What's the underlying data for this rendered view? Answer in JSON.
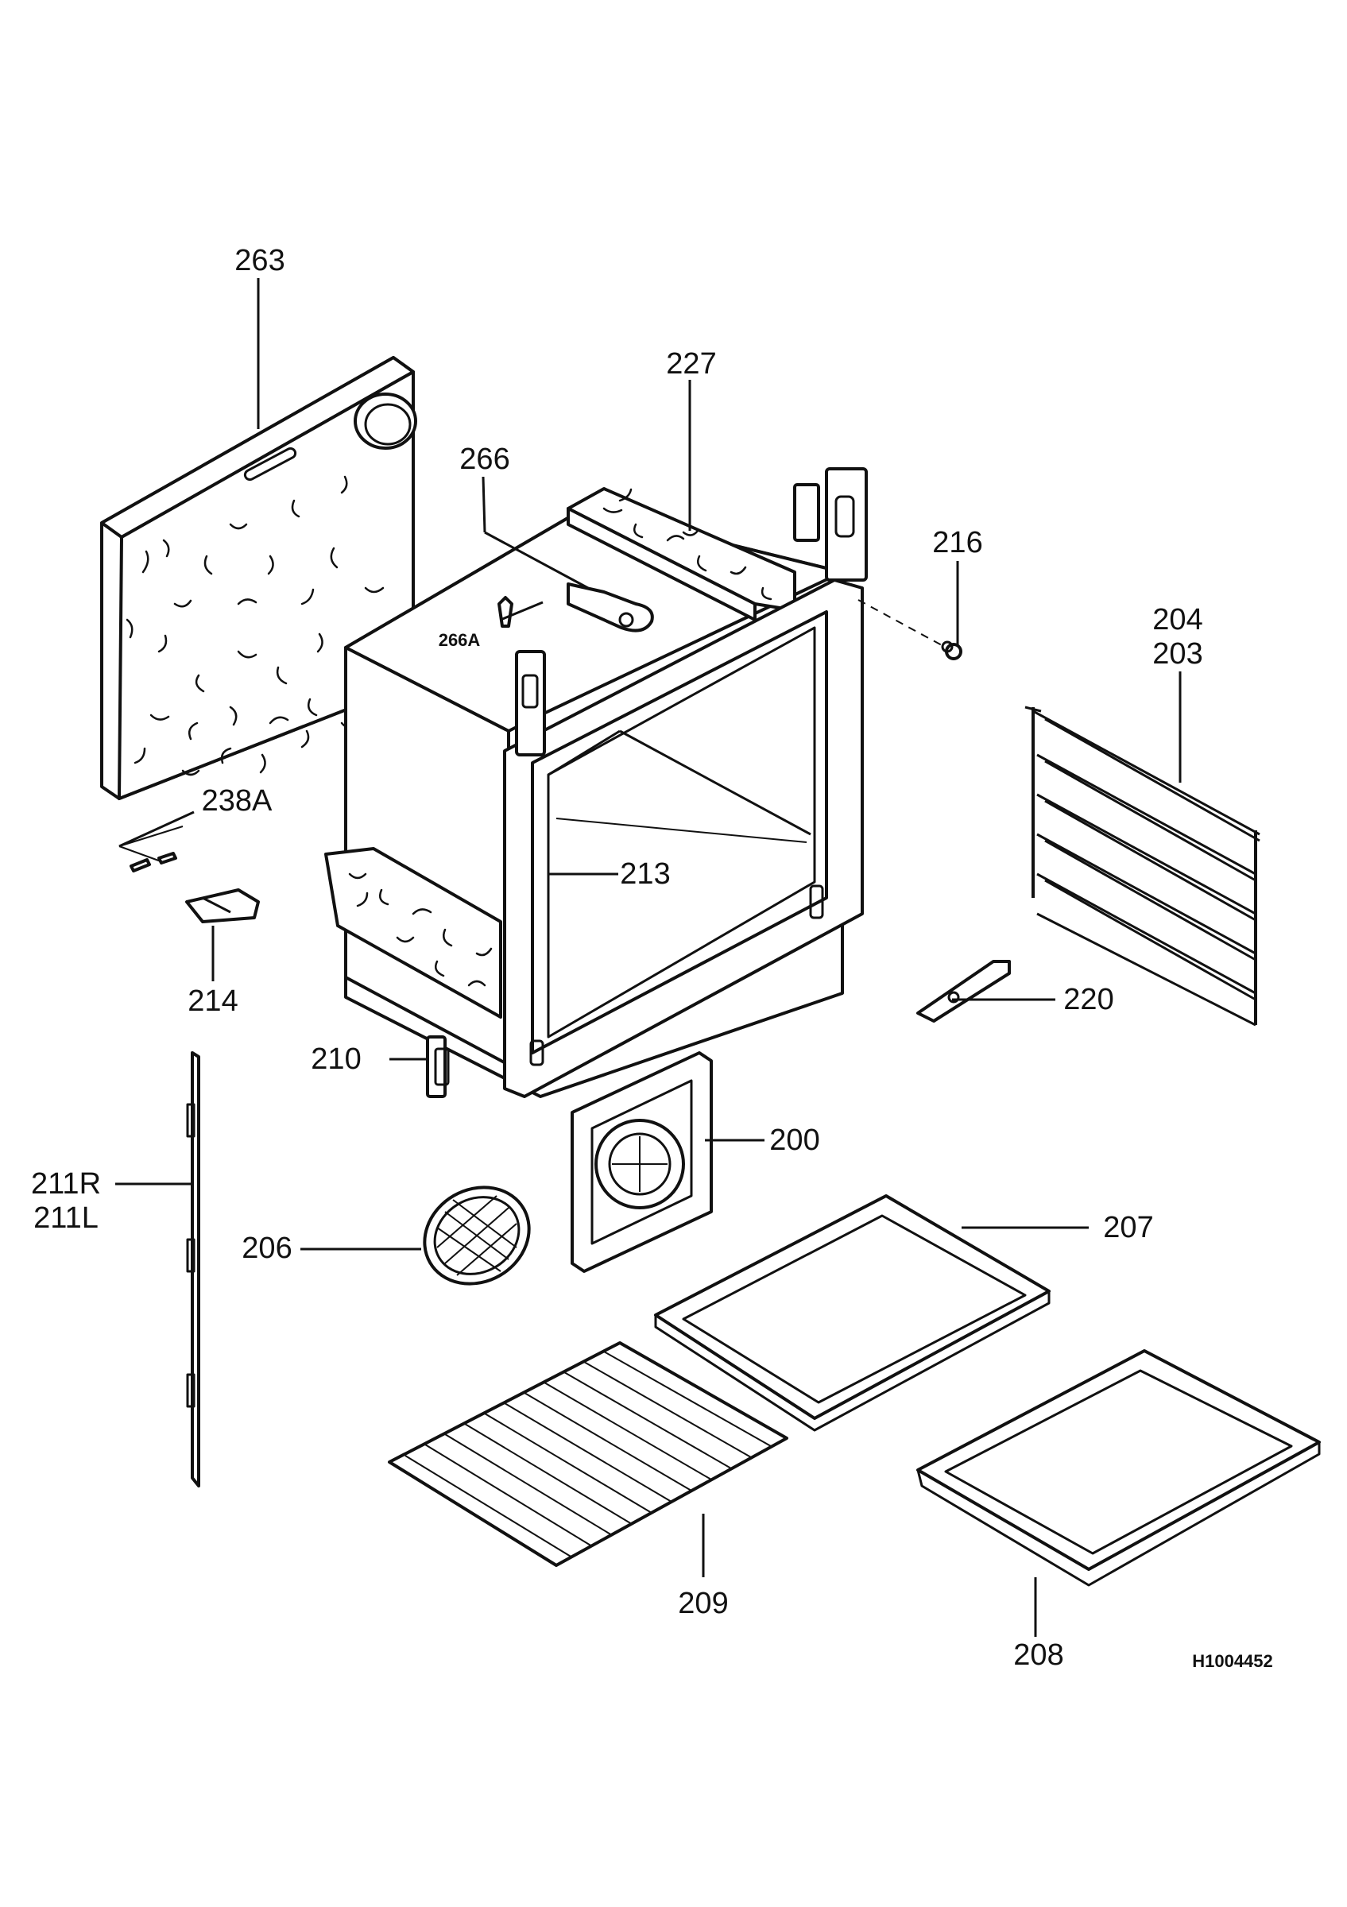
{
  "labels": {
    "l263": "263",
    "l227": "227",
    "l266": "266",
    "l266a": "266A",
    "l216": "216",
    "l204": "204",
    "l203": "203",
    "l238a": "238A",
    "l213": "213",
    "l214": "214",
    "l220": "220",
    "l210": "210",
    "l200": "200",
    "l211r": "211R",
    "l211l": "211L",
    "l206": "206",
    "l207": "207",
    "l209": "209",
    "l208": "208"
  },
  "drawing_code": "H1004452"
}
